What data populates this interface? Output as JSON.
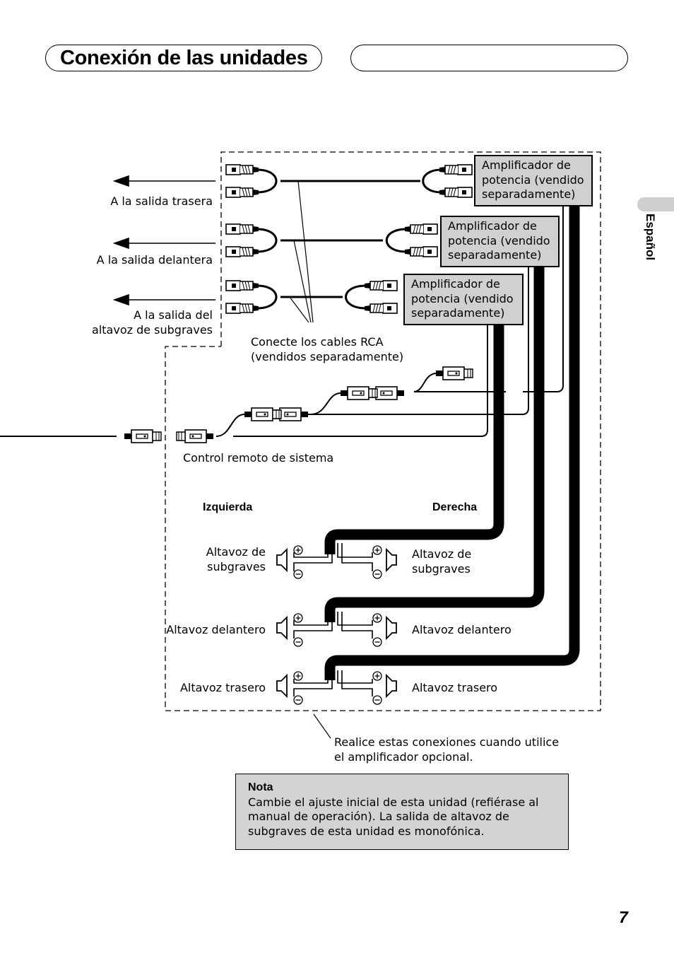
{
  "header": {
    "title": "Conexión de las unidades",
    "right_box": ""
  },
  "side_tab": {
    "language": "Español"
  },
  "outputs": {
    "rear": "A la salida trasera",
    "front": "A la salida delantera",
    "subwoofer": "A la salida del\naltavoz de subgraves"
  },
  "amplifiers": [
    "Amplificador de\npotencia (vendido\nseparadamente)",
    "Amplificador de\npotencia (vendido\nseparadamente)",
    "Amplificador de\npotencia (vendido\nseparadamente)"
  ],
  "rca_note": "Conecte los cables RCA\n(vendidos separadamente)",
  "remote": "Control remoto de sistema",
  "sides": {
    "left": "Izquierda",
    "right": "Derecha"
  },
  "speakers": {
    "left": [
      "Altavoz de\nsubgraves",
      "Altavoz delantero",
      "Altavoz trasero"
    ],
    "right": [
      "Altavoz de\nsubgraves",
      "Altavoz delantero",
      "Altavoz trasero"
    ]
  },
  "optional_note": "Realice estas conexiones cuando utilice\nel amplificador opcional.",
  "nota": {
    "title": "Nota",
    "body": "Cambie el ajuste inicial de esta unidad (refiérase al manual de operación). La salida de altavoz de subgraves de esta unidad es monofónica."
  },
  "page_number": "7"
}
